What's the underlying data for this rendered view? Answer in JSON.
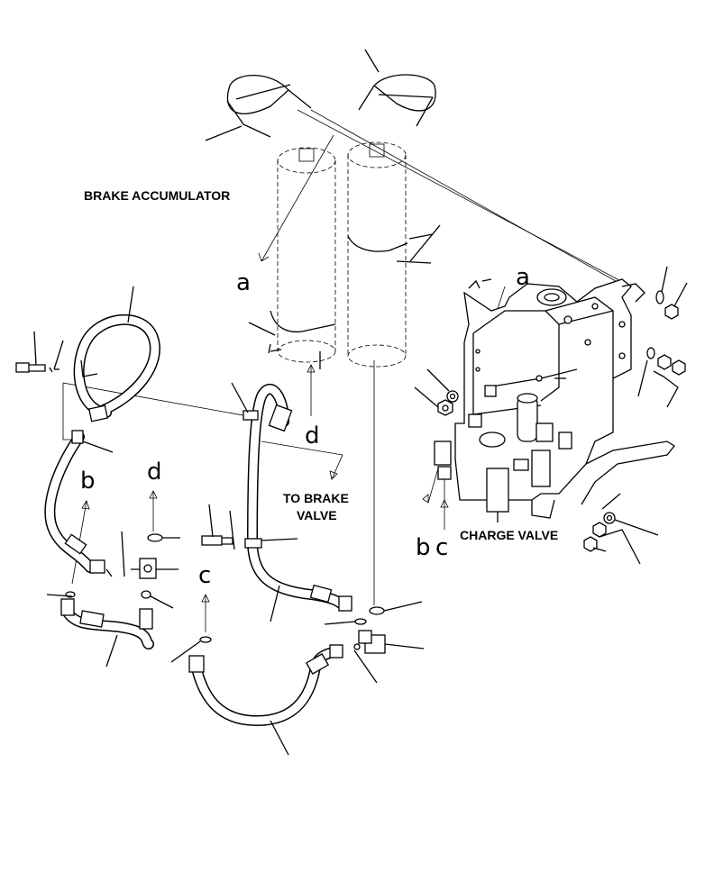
{
  "labels": {
    "brake_accumulator": "BRAKE ACCUMULATOR",
    "to_brake_valve_line1": "TO BRAKE",
    "to_brake_valve_line2": "VALVE",
    "charge_valve": "CHARGE VALVE"
  },
  "refs": {
    "a_left": "a",
    "a_right": "a",
    "d_accumulator": "d",
    "d_fitting": "d",
    "b_left": "b",
    "b_valve": "b",
    "c_valve": "c",
    "c_hose": "c"
  }
}
